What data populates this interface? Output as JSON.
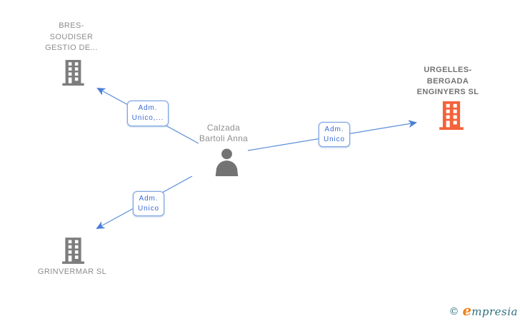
{
  "person": {
    "name_lines": [
      "Calzada",
      "Bartoli Anna"
    ]
  },
  "companies": {
    "bres": {
      "name_lines": [
        "BRES-",
        "SOUDISER",
        "GESTIO DE..."
      ],
      "highlighted": false
    },
    "urgelles": {
      "name_lines": [
        "URGELLES-",
        "BERGADA",
        "ENGINYERS SL"
      ],
      "highlighted": true
    },
    "grinvermar": {
      "name_lines": [
        "GRINVERMAR SL"
      ],
      "highlighted": false
    }
  },
  "edges": {
    "to_bres": {
      "label_lines": [
        "Adm.",
        "Unico,..."
      ]
    },
    "to_urgelles": {
      "label_lines": [
        "Adm.",
        "Unico"
      ]
    },
    "to_grinvermar": {
      "label_lines": [
        "Adm.",
        "Unico"
      ]
    }
  },
  "watermark": {
    "copyright_symbol": "©",
    "brand_initial": "e",
    "brand_rest": "mpresia"
  },
  "colors": {
    "edge_blue": "#5b8ed8",
    "arrow_blue": "#4a7fd6",
    "edge_label_text": "#3a6ad4",
    "edge_label_border": "#7fa6e0",
    "node_gray": "#7d7d7d",
    "text_gray": "#8d8d8d",
    "highlight_orange": "#f4623a",
    "brand_orange": "#f0821c",
    "brand_teal": "#2e6e7e"
  }
}
